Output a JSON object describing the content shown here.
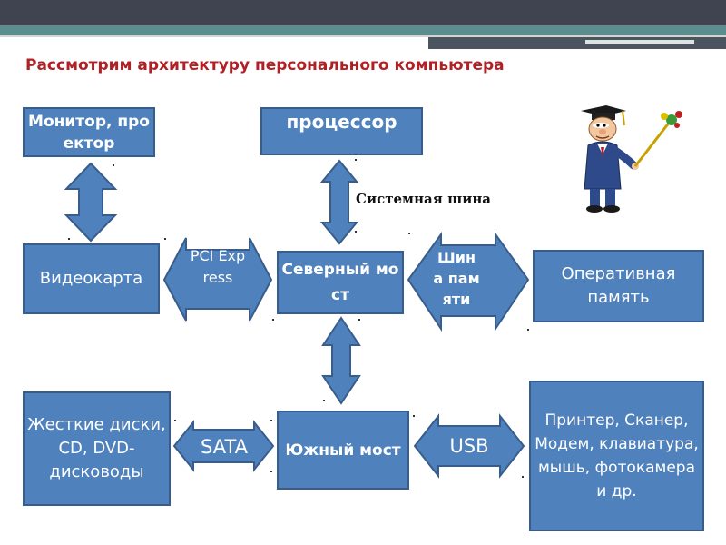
{
  "slide": {
    "title": "Рассмотрим архитектуру персонального компьютера"
  },
  "nodes": {
    "monitor": "Монитор, проектор",
    "cpu": "процессор",
    "videocard": "Видеокарта",
    "north_bridge": "Северный мост",
    "ram": "Оперативная память",
    "hdd": "Жесткие диски, CD, DVD-дисководы",
    "south_bridge": "Южный мост",
    "peripherals": "Принтер, Сканер, Модем, клавиатура, мышь, фотокамера и др."
  },
  "links": {
    "pci_express": "PCI Express",
    "system_bus": "Системная шина",
    "memory_bus": "Шина памяти",
    "sata": "SATA",
    "usb": "USB"
  },
  "icons": {
    "professor": "professor-with-pointer-icon"
  },
  "colors": {
    "box_fill": "#4f81bd",
    "box_border": "#385d8a",
    "title": "#b02024"
  }
}
